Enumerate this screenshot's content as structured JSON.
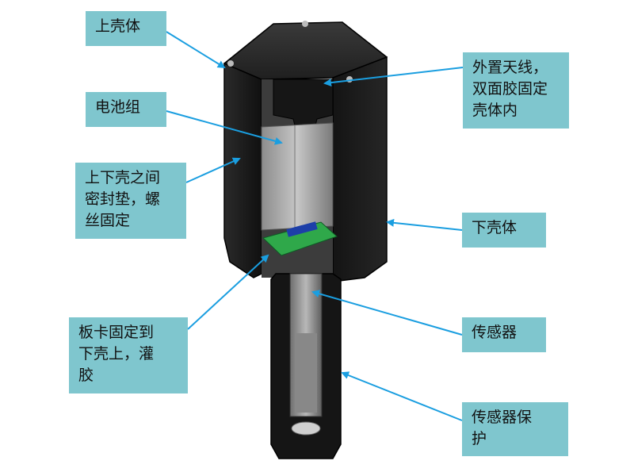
{
  "labels": {
    "upper_shell": "上壳体",
    "battery": "电池组",
    "gasket": "上下壳之间\n密封垫，螺\n丝固定",
    "antenna": "外置天线，\n双面胶固定\n壳体内",
    "lower_shell": "下壳体",
    "board": "板卡固定到\n下壳上，灌\n胶",
    "sensor": "传感器",
    "sensor_guard": "传感器保\n护"
  },
  "colors": {
    "label_bg": "#7fc6ce",
    "arrow": "#1a9ee0",
    "housing": "#1b1b1b",
    "pcb": "#2fa84a"
  }
}
